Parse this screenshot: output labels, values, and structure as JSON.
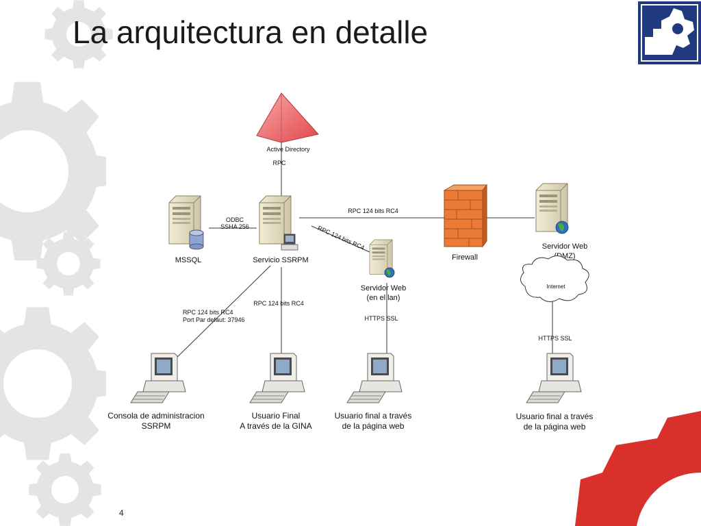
{
  "slide": {
    "title": "La arquitectura en detalle",
    "page_number": "4"
  },
  "colors": {
    "accent_red": "#d8312b",
    "logo_blue": "#1f3a7e",
    "gear_gray": "#e4e4e4",
    "pyramid_red": "#f0787a",
    "firewall_orange": "#e8722a"
  },
  "nodes": {
    "active_directory": "Active Directory",
    "mssql": "MSSQL",
    "servicio": "Servicio SSRPM",
    "firewall": "Firewall",
    "web_dmz_1": "Servidor Web",
    "web_dmz_2": "(DMZ)",
    "web_lan_1": "Servidor Web",
    "web_lan_2": "(en el lan)",
    "internet": "Internet",
    "consola_1": "Consola de administracion",
    "consola_2": "SSRPM",
    "usuario_gina_1": "Usuario Final",
    "usuario_gina_2": "A través de la GINA",
    "usuario_web_1": "Usuario final a través",
    "usuario_web_2": "de la página web",
    "usuario_web_ext_1": "Usuario final a través",
    "usuario_web_ext_2": "de la página web"
  },
  "edges": {
    "rpc_ad": "RPC",
    "odbc_1": "ODBC",
    "odbc_2": "SSHA 256",
    "rpc_top": "RPC 124 bits RC4",
    "rpc_diag": "RPC 124 bits RC4",
    "rpc_consola_1": "RPC 124 bits RC4",
    "rpc_consola_2": "Port Par defaut: 37946",
    "rpc_gina": "RPC 124 bits RC4",
    "https_lan": "HTTPS SSL",
    "https_ext": "HTTPS SSL"
  }
}
